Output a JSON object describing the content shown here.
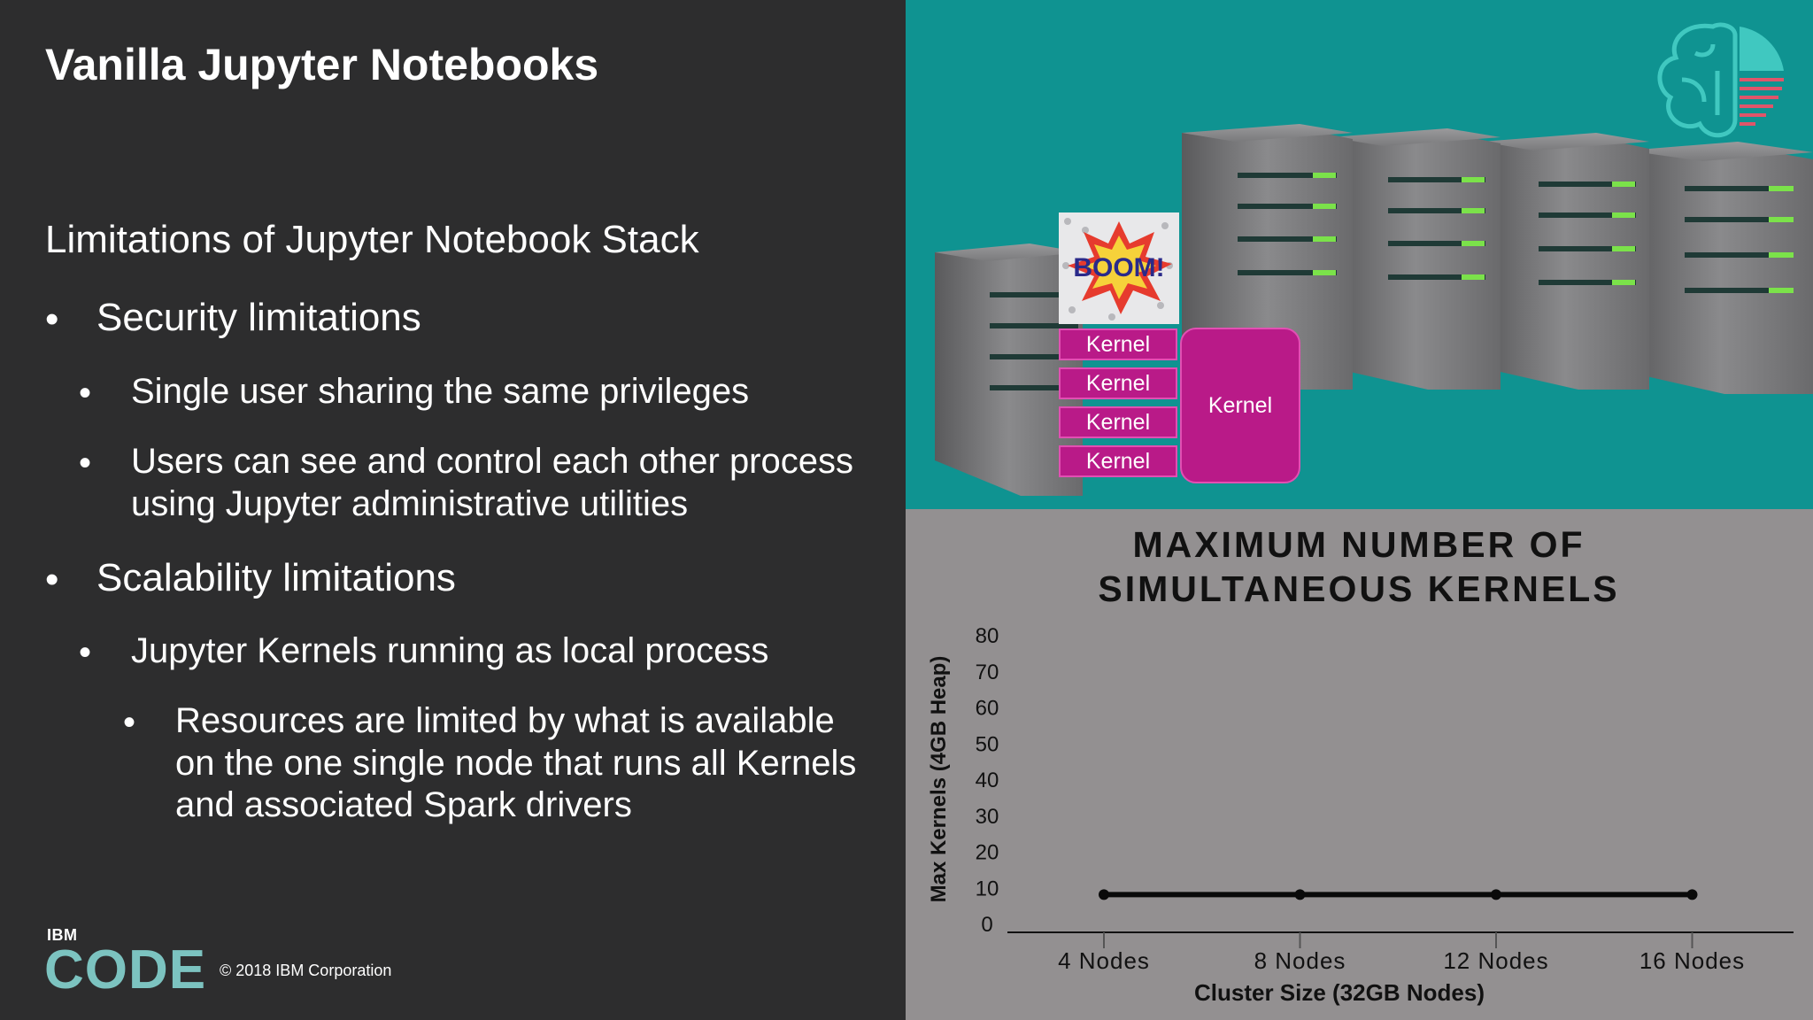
{
  "slide": {
    "title": "Vanilla Jupyter Notebooks",
    "subtitle": "Limitations of Jupyter Notebook Stack",
    "bullets": [
      {
        "text": "Security limitations"
      },
      {
        "text": "Single user sharing the same privileges"
      },
      {
        "line1": "Users can see and control each other process",
        "line2": "using Jupyter administrative utilities"
      },
      {
        "text": "Scalability limitations"
      },
      {
        "text": "Jupyter Kernels running as local process"
      },
      {
        "line1": "Resources are limited by what is available",
        "line2": "on the one single node that runs all Kernels",
        "line3": "and associated Spark drivers"
      }
    ],
    "bullet_glyph": "•"
  },
  "footer": {
    "logo_ibm": "IBM",
    "logo_code": "CODE",
    "copyright": "© 2018 IBM Corporation"
  },
  "illustration": {
    "boom_text": "BOOM!",
    "kernels": [
      "Kernel",
      "Kernel",
      "Kernel",
      "Kernel"
    ],
    "big_kernel": "Kernel",
    "colors": {
      "teal": "#0f9391",
      "kernel": "#b91a88",
      "server": "#6e6e70"
    }
  },
  "chart_data": {
    "type": "line",
    "title_line1": "MAXIMUM NUMBER OF",
    "title_line2": "SIMULTANEOUS KERNELS",
    "categories": [
      "4 Nodes",
      "8 Nodes",
      "12 Nodes",
      "16 Nodes"
    ],
    "series": [
      {
        "values": [
          8,
          8,
          8,
          8
        ]
      }
    ],
    "xlabel": "Cluster Size (32GB Nodes)",
    "ylabel": "Max Kernels (4GB Heap)",
    "ylim": [
      0,
      80
    ],
    "yticks": [
      "0",
      "10",
      "20",
      "30",
      "40",
      "50",
      "60",
      "70",
      "80"
    ],
    "grid": false
  }
}
